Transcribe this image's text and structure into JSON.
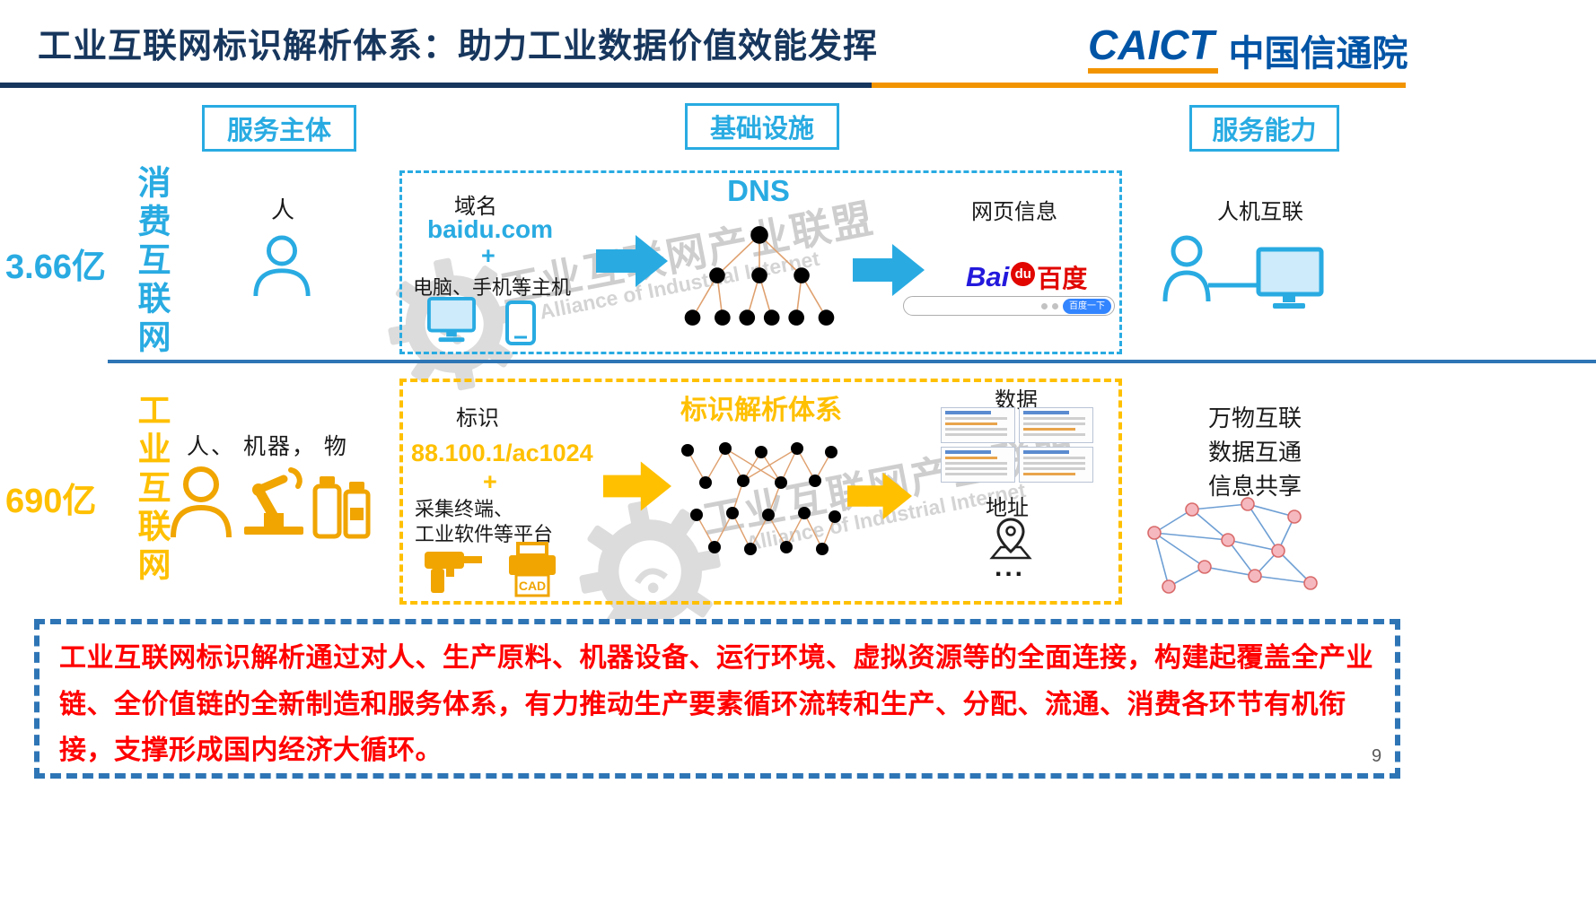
{
  "title": "工业互联网标识解析体系：助力工业数据价值效能发挥",
  "logo": {
    "en": "CAICT",
    "cn": "中国信通院"
  },
  "page_number": "9",
  "column_headers": {
    "subject": "服务主体",
    "infrastructure": "基础设施",
    "capability": "服务能力"
  },
  "consumer": {
    "row_label": "消费互联网",
    "scale": "3.66亿",
    "subject_label": "人",
    "dns_title": "DNS",
    "domain_caption": "域名",
    "domain_value": "baidu.com",
    "plus": "+",
    "host_caption": "电脑、手机等主机",
    "web_info_label": "网页信息",
    "baidu_bai": "Bai",
    "baidu_du": "du",
    "baidu_cn": "百度",
    "search_button": "百度一下",
    "capability_label": "人机互联"
  },
  "industrial": {
    "row_label": "工业互联网",
    "scale": "690亿",
    "subject_label": "人、 机器， 物",
    "system_title": "标识解析体系",
    "id_caption": "标识",
    "id_value": "88.100.1/ac1024",
    "plus": "+",
    "platform_caption_line1": "采集终端、",
    "platform_caption_line2": "工业软件等平台",
    "cad_label": "CAD",
    "data_label": "数据",
    "address_label": "地址",
    "ellipsis": "...",
    "capability_lines": [
      "万物互联",
      "数据互通",
      "信息共享"
    ]
  },
  "summary": "工业互联网标识解析通过对人、生产原料、机器设备、运行环境、虚拟资源等的全面连接，构建起覆盖全产业链、全价值链的全新制造和服务体系，有力推动生产要素循环流转和生产、分配、流通、消费各环节有机衔接，支撑形成国内经济大循环。",
  "watermark": {
    "cn": "工业互联网产业联盟",
    "en": "Alliance of Industrial Internet"
  }
}
